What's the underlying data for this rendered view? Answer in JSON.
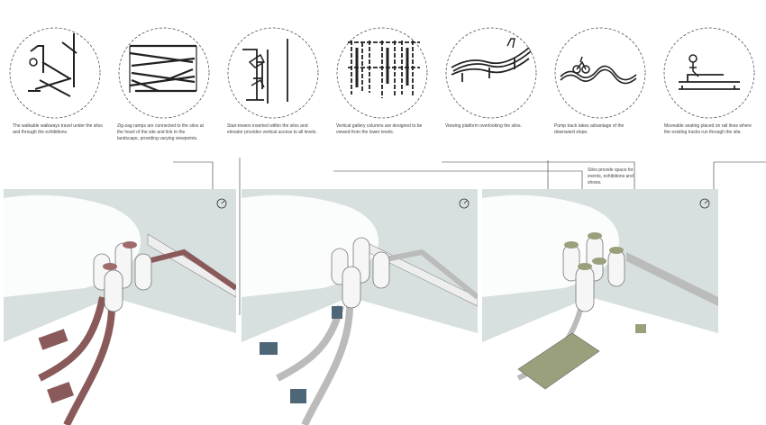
{
  "sketches": [
    {
      "caption": "The walkable walkways travel under the silos and through the exhibitions.",
      "icon": "stair-ramp-sketch-icon"
    },
    {
      "caption": "Zig-zag ramps are connected to the silos at the heart of the site and link to the landscape, providing varying viewpoints.",
      "icon": "zigzag-ramp-sketch-icon"
    },
    {
      "caption": "Stair-towers inserted within the silos and elevator provides vertical access to all levels.",
      "icon": "stair-tower-sketch-icon"
    },
    {
      "caption": "Vertical gallery columns are designed to be viewed from the lower levels.",
      "icon": "gallery-columns-sketch-icon"
    },
    {
      "caption": "Viewing platform overlooking the silos.",
      "icon": "viewing-platform-sketch-icon"
    },
    {
      "caption": "Pump track takes advantage of the downward slope.",
      "icon": "pump-track-sketch-icon"
    },
    {
      "caption": "Moveable seating placed on rail lines where the existing tracks run through the site.",
      "icon": "rail-seating-sketch-icon"
    }
  ],
  "annotation": {
    "caption": "Silos provide space for events, exhibitions and shows."
  },
  "panels": [
    {
      "name": "circulation-panel",
      "accent": "#8a5a5a"
    },
    {
      "name": "vertical-access-panel",
      "accent": "#4d6678"
    },
    {
      "name": "program-panel",
      "accent": "#9aa07c"
    }
  ],
  "colors": {
    "background": "#d7dfdf",
    "line": "#7c7c7c",
    "silo": "#f4f4f4"
  }
}
